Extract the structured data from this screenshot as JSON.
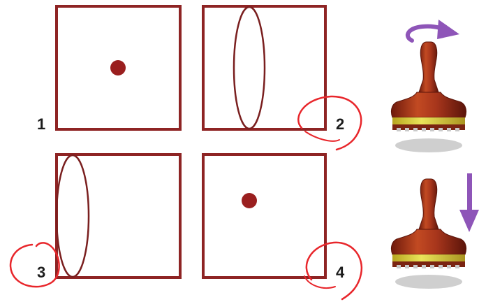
{
  "panels": [
    {
      "number": "1",
      "content": "dot",
      "circled": false
    },
    {
      "number": "2",
      "content": "vertical-ellipse",
      "circled": true
    },
    {
      "number": "3",
      "content": "vertical-ellipse",
      "circled": true
    },
    {
      "number": "4",
      "content": "dot",
      "circled": true
    }
  ],
  "stamps": [
    {
      "action_icon": "rotate-arrow-icon"
    },
    {
      "action_icon": "down-arrow-icon"
    }
  ],
  "colors": {
    "frame": "#8e2424",
    "dot": "#9a1f1f",
    "ellipse": "#7a1f1f",
    "annotation": "#e8262b",
    "arrow": "#8e55b8",
    "stamp_body": "#a8361c",
    "stamp_band": "#d9d43a",
    "shadow": "#cfcfcf",
    "number": "#1c1c1c"
  }
}
